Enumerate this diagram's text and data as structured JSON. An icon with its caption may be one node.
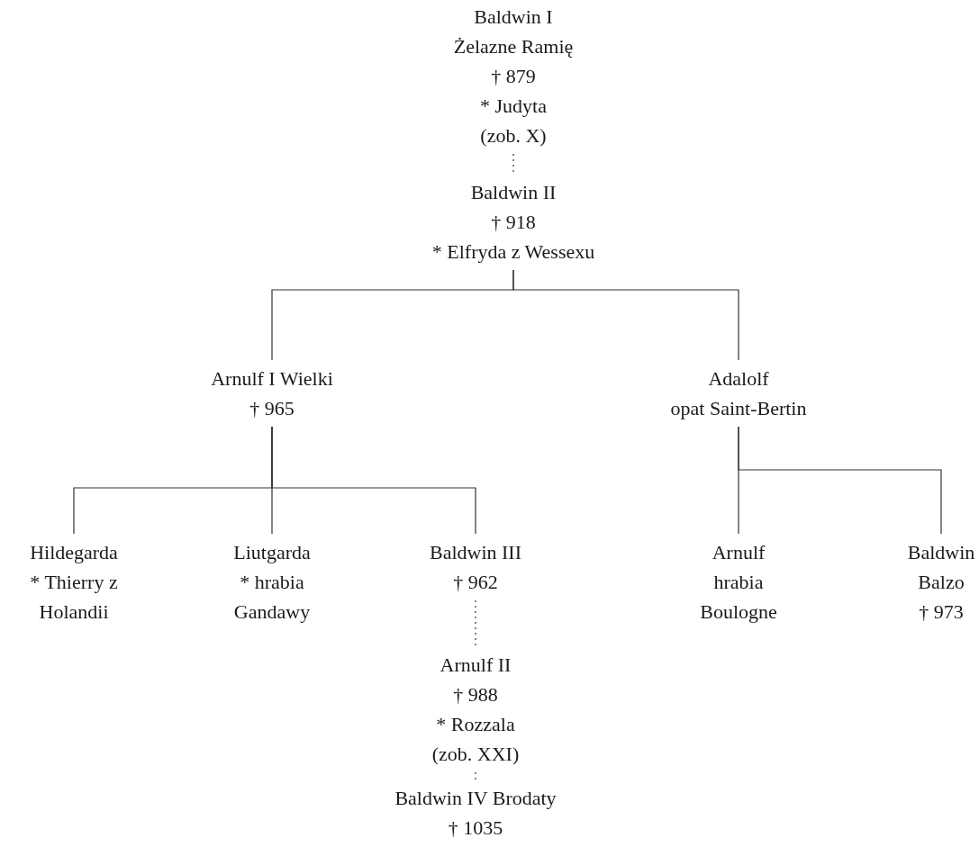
{
  "diagram": {
    "nodes": [
      {
        "text": [
          "Baldwin I",
          "Żelazne Ramię",
          "† 879",
          "* Judyta",
          "(zob. X)"
        ]
      },
      {
        "text": [
          "Baldwin II",
          "† 918",
          "* Elfryda z Wessexu"
        ]
      },
      {
        "text": [
          "Arnulf I Wielki",
          "† 965"
        ]
      },
      {
        "text": [
          "Adalolf",
          "opat Saint-Bertin"
        ]
      },
      {
        "text": [
          "Hildegarda",
          "* Thierry z Holandii"
        ]
      },
      {
        "text": [
          "Liutgarda",
          "* hrabia Gandawy"
        ]
      },
      {
        "text": [
          "Baldwin III",
          "† 962"
        ]
      },
      {
        "text": [
          "Arnulf II",
          "† 988",
          "* Rozzala",
          "(zob. XXI)"
        ]
      },
      {
        "text": [
          "Baldwin IV Brodaty",
          "† 1035"
        ]
      },
      {
        "text": [
          "Arnulf",
          "hrabia Boulogne"
        ]
      },
      {
        "text": [
          "Baldwin Balzo",
          "† 973"
        ]
      }
    ],
    "edges": [
      {
        "from": 0,
        "to": 1,
        "arrow": "none",
        "style": "dashed"
      },
      {
        "from": 1,
        "to": 2,
        "arrow": "none"
      },
      {
        "from": 1,
        "to": 3,
        "arrow": "none"
      },
      {
        "from": 2,
        "to": 4,
        "arrow": "none"
      },
      {
        "from": 2,
        "to": 5,
        "arrow": "none"
      },
      {
        "from": 2,
        "to": 6,
        "arrow": "none"
      },
      {
        "from": 6,
        "to": 7,
        "arrow": "none",
        "style": "dashed"
      },
      {
        "from": 7,
        "to": 8,
        "arrow": "none",
        "style": "dashed"
      },
      {
        "from": 3,
        "to": 9,
        "arrow": "none"
      },
      {
        "from": 3,
        "to": 10,
        "arrow": "none"
      }
    ]
  }
}
